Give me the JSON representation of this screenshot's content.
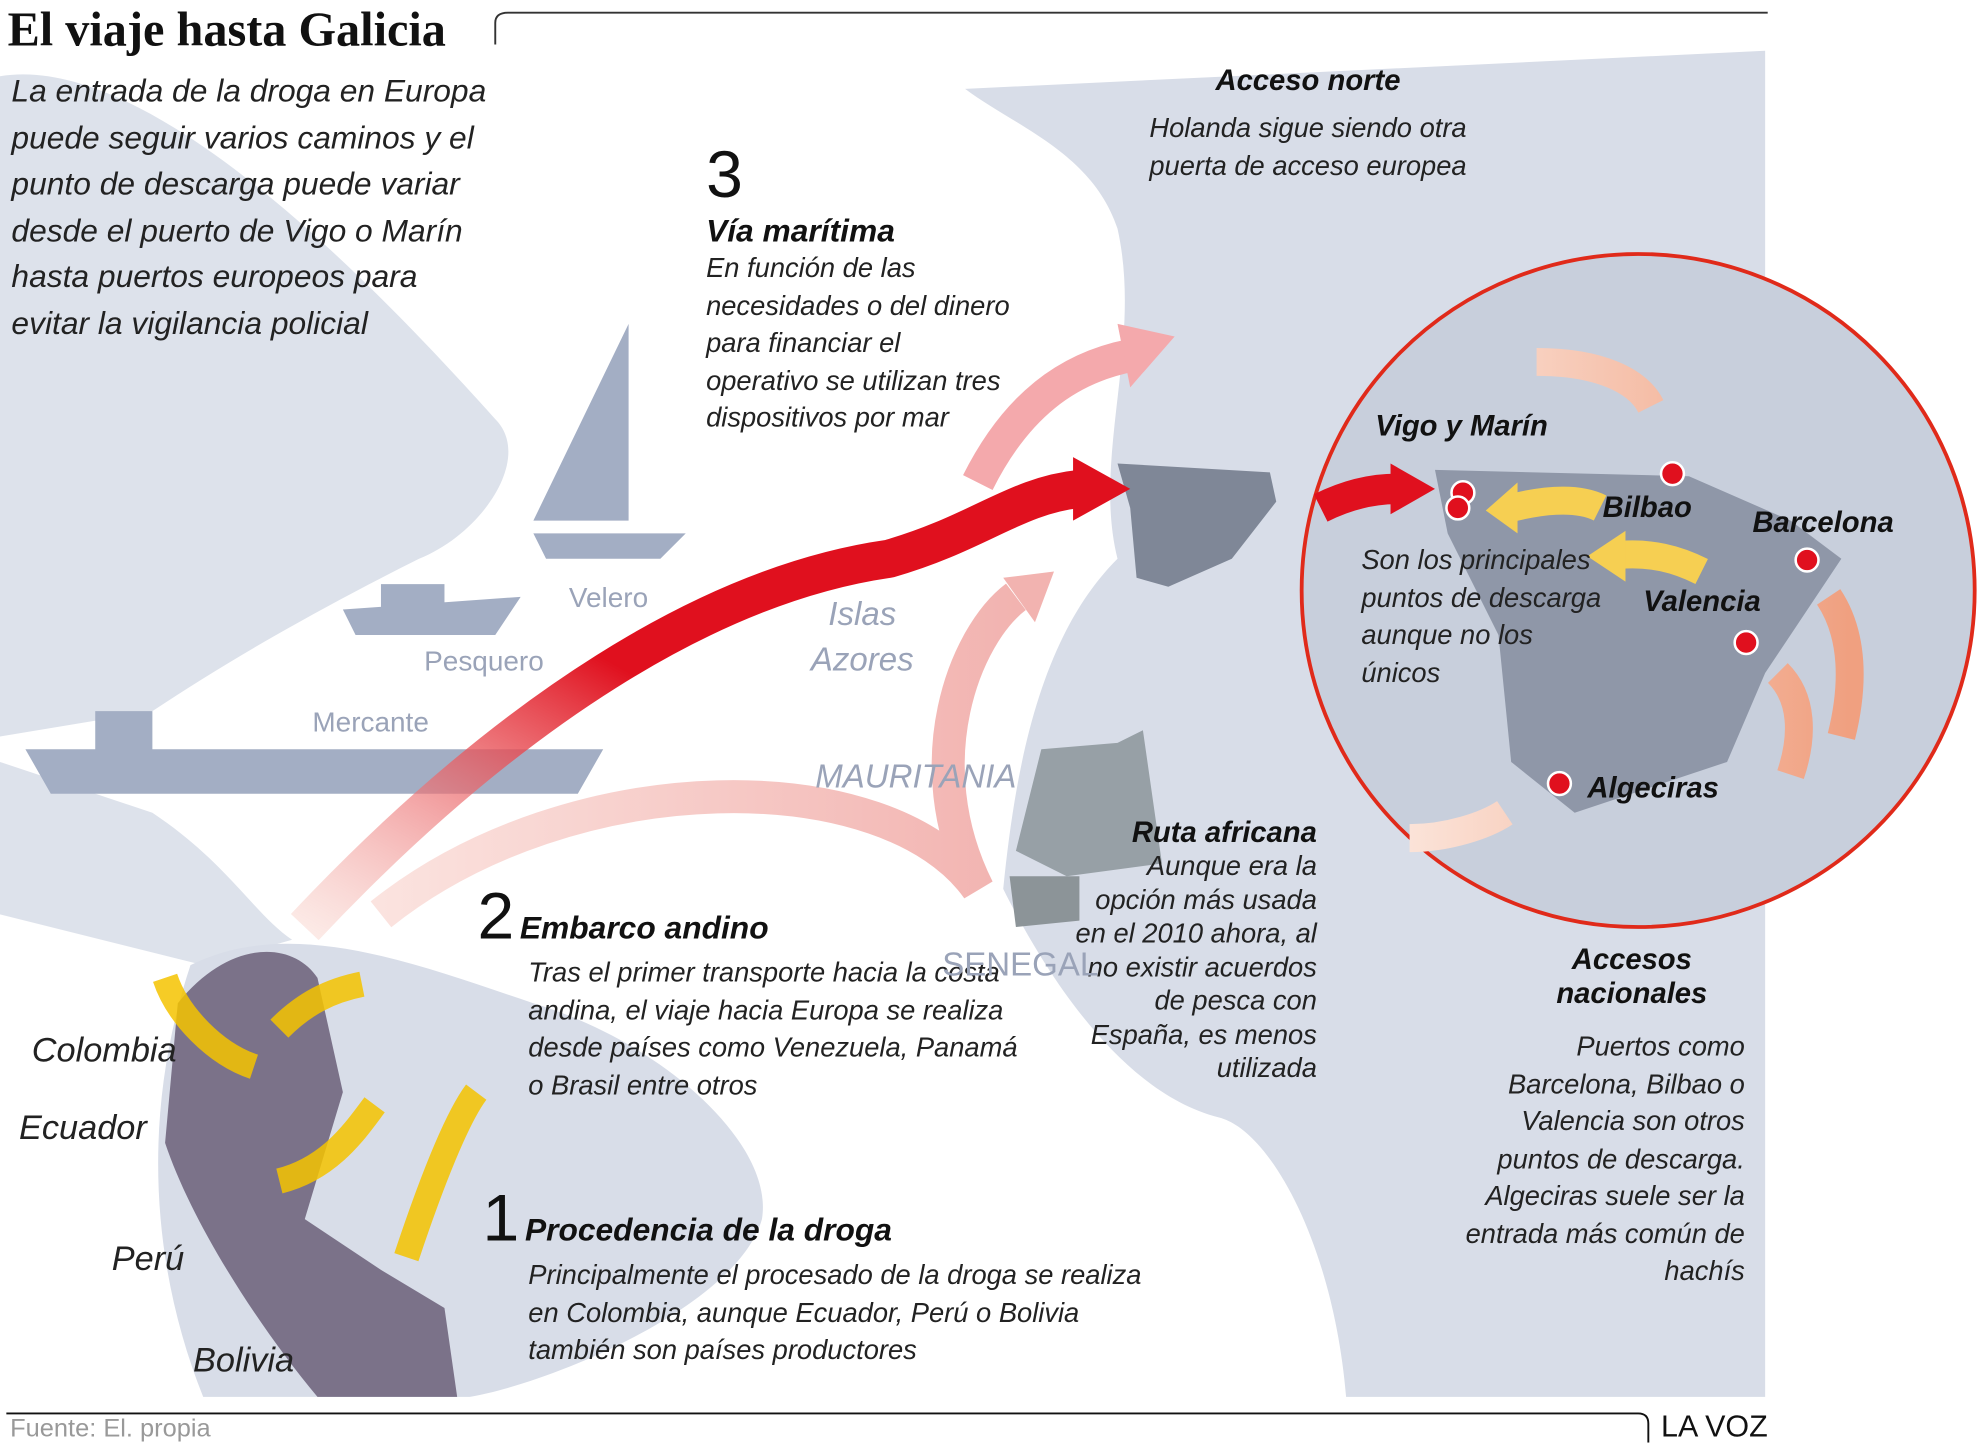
{
  "title": "El viaje hasta Galicia",
  "intro": "La entrada de la droga en Europa puede seguir varios caminos y el punto de descarga puede variar desde el puerto de Vigo o Marín hasta puertos europeos para evitar la vigilancia policial",
  "steps": [
    {
      "num": "3",
      "heading": "Vía marítima",
      "text": "En función de las necesidades  o del dinero para financiar el operativo se utilizan tres dispositivos por mar"
    },
    {
      "num": "2",
      "heading": "Embarco andino",
      "text": "Tras el primer transporte hacia la costa andina, el viaje hacia Europa se realiza desde países como Venezuela, Panamá o Brasil entre otros"
    },
    {
      "num": "1",
      "heading": "Procedencia de la droga",
      "text": "Principalmente el procesado de la droga se realiza en Colombia, aunque Ecuador, Perú o Bolivia también son países productores"
    }
  ],
  "north": {
    "heading": "Acceso norte",
    "text": "Holanda sigue siendo otra puerta de acceso europea"
  },
  "africa": {
    "heading": "Ruta africana",
    "text": "Aunque era la opción más usada en el 2010 ahora, al no existir acuerdos de pesca con España, es menos utilizada"
  },
  "national": {
    "heading": "Accesos nacionales",
    "text": "Puertos como Barcelona, Bilbao o Valencia son otros puntos de descarga. Algeciras suele ser la entrada más común de hachís"
  },
  "inset": {
    "cities": [
      "Vigo y Marín",
      "Bilbao",
      "Barcelona",
      "Valencia",
      "Algeciras"
    ],
    "text": "Son los principales puntos de descarga aunque no los únicos"
  },
  "vessels": [
    "Velero",
    "Pesquero",
    "Mercante"
  ],
  "places": [
    "Islas Azores",
    "MAURITANIA",
    "SENEGAL"
  ],
  "countries": [
    "Colombia",
    "Ecuador",
    "Perú",
    "Bolivia"
  ],
  "source": "Fuente: El. propia",
  "brand": "LA VOZ",
  "colors": {
    "red": "#e0101e",
    "yellow": "#f5c400",
    "map": "#d3d9e5",
    "dark": "#6f6681",
    "spain": "#808899"
  }
}
